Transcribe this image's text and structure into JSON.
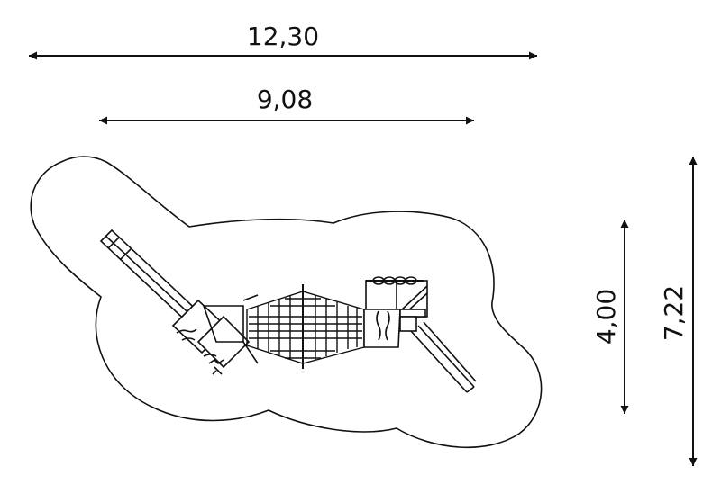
{
  "dimensions": {
    "overall_length": "12,30",
    "equipment_length": "9,08",
    "equipment_width": "4,00",
    "overall_width": "7,22"
  },
  "colors": {
    "line": "#111111",
    "background": "#ffffff"
  }
}
